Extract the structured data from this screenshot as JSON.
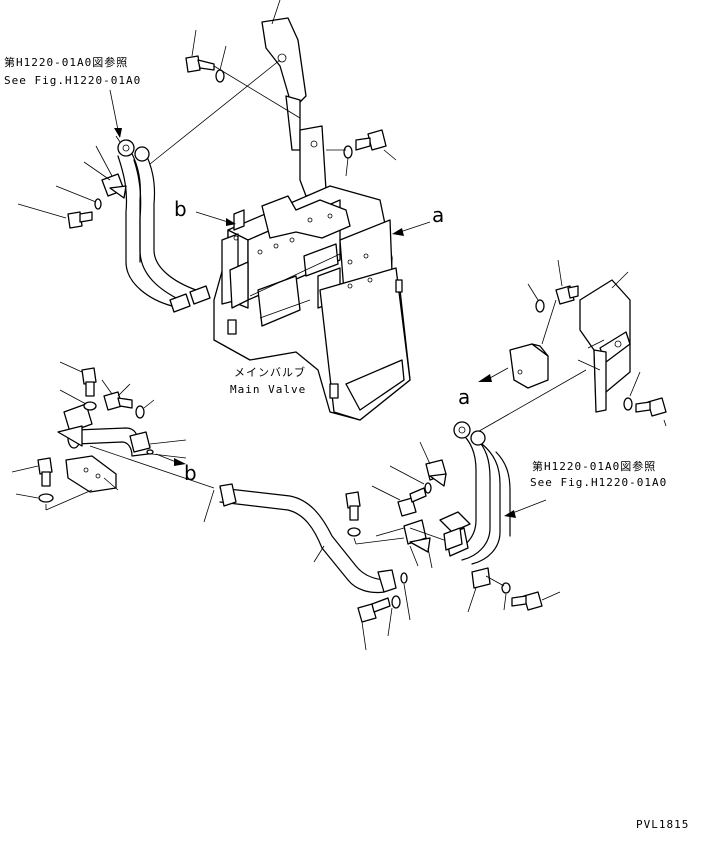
{
  "refs": {
    "top_left": {
      "jp": "第H1220-01A0図参照",
      "en": "See Fig.H1220-01A0"
    },
    "right": {
      "jp": "第H1220-01A0図参照",
      "en": "See Fig.H1220-01A0"
    }
  },
  "main_valve": {
    "jp": "メインバルブ",
    "en": "Main Valve"
  },
  "markers": {
    "a_top": "a",
    "b_top": "b",
    "a_right": "a",
    "b_lower": "b"
  },
  "drawing_code": "PVL1815"
}
